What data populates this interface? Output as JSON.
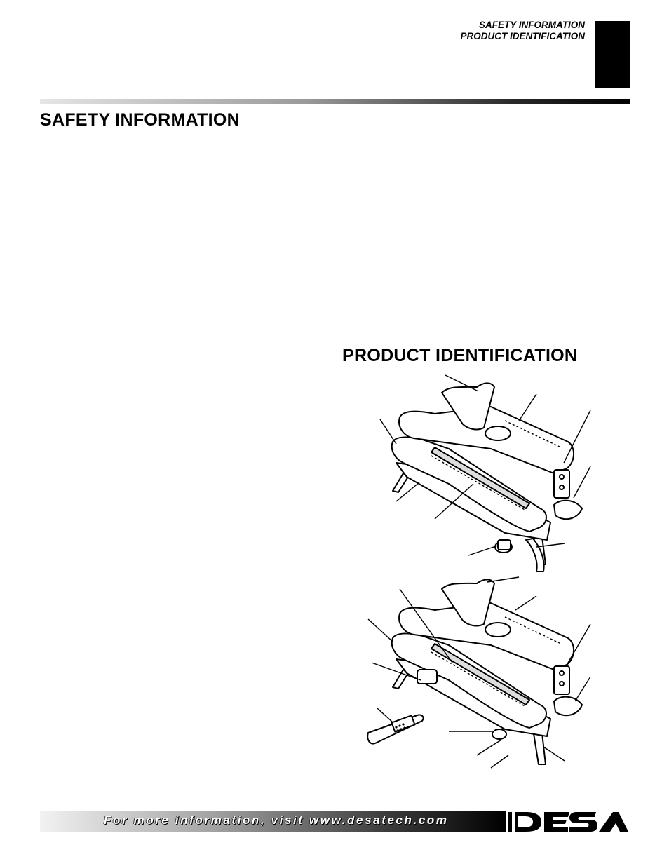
{
  "header": {
    "line1": "SAFETY INFORMATION",
    "line2": "PRODUCT IDENTIFICATION"
  },
  "sections": {
    "safety_title": "SAFETY INFORMATION",
    "product_title": "PRODUCT IDENTIFICATION"
  },
  "footer": {
    "text": "For more information, visit www.desatech.com",
    "logo_text": "DESA"
  }
}
